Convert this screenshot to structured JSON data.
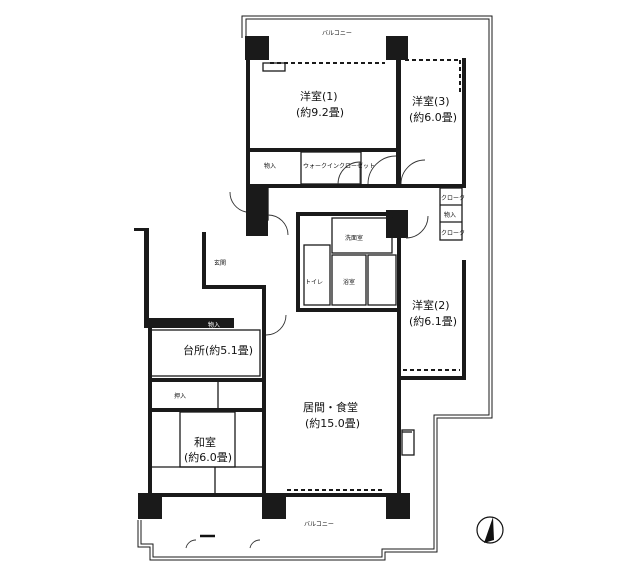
{
  "plan": {
    "balcony_top": "バルコニー",
    "balcony_bottom": "バルコニー",
    "rooms": {
      "western1": {
        "name": "洋室(1)",
        "size": "(約9.2畳)"
      },
      "western3": {
        "name": "洋室(3)",
        "size": "(約6.0畳)"
      },
      "western2": {
        "name": "洋室(2)",
        "size": "(約6.1畳)"
      },
      "kitchen": {
        "name": "台所(約5.1畳)"
      },
      "living": {
        "name": "居間・食堂",
        "size": "(約15.0畳)"
      },
      "washitsu": {
        "name": "和室",
        "size": "(約6.0畳)"
      }
    },
    "small_labels": {
      "storage1": "物入",
      "walkin": "ウォークインクローゼット",
      "entrance": "玄関",
      "washroom": "洗面室",
      "bath": "浴室",
      "toilet": "トイレ",
      "closet_upper": "クローク",
      "storage2": "物入",
      "closet_lower": "クローク",
      "storage_kitchen": "物入",
      "oshiire": "押入"
    },
    "compass": "north-arrow-icon"
  }
}
